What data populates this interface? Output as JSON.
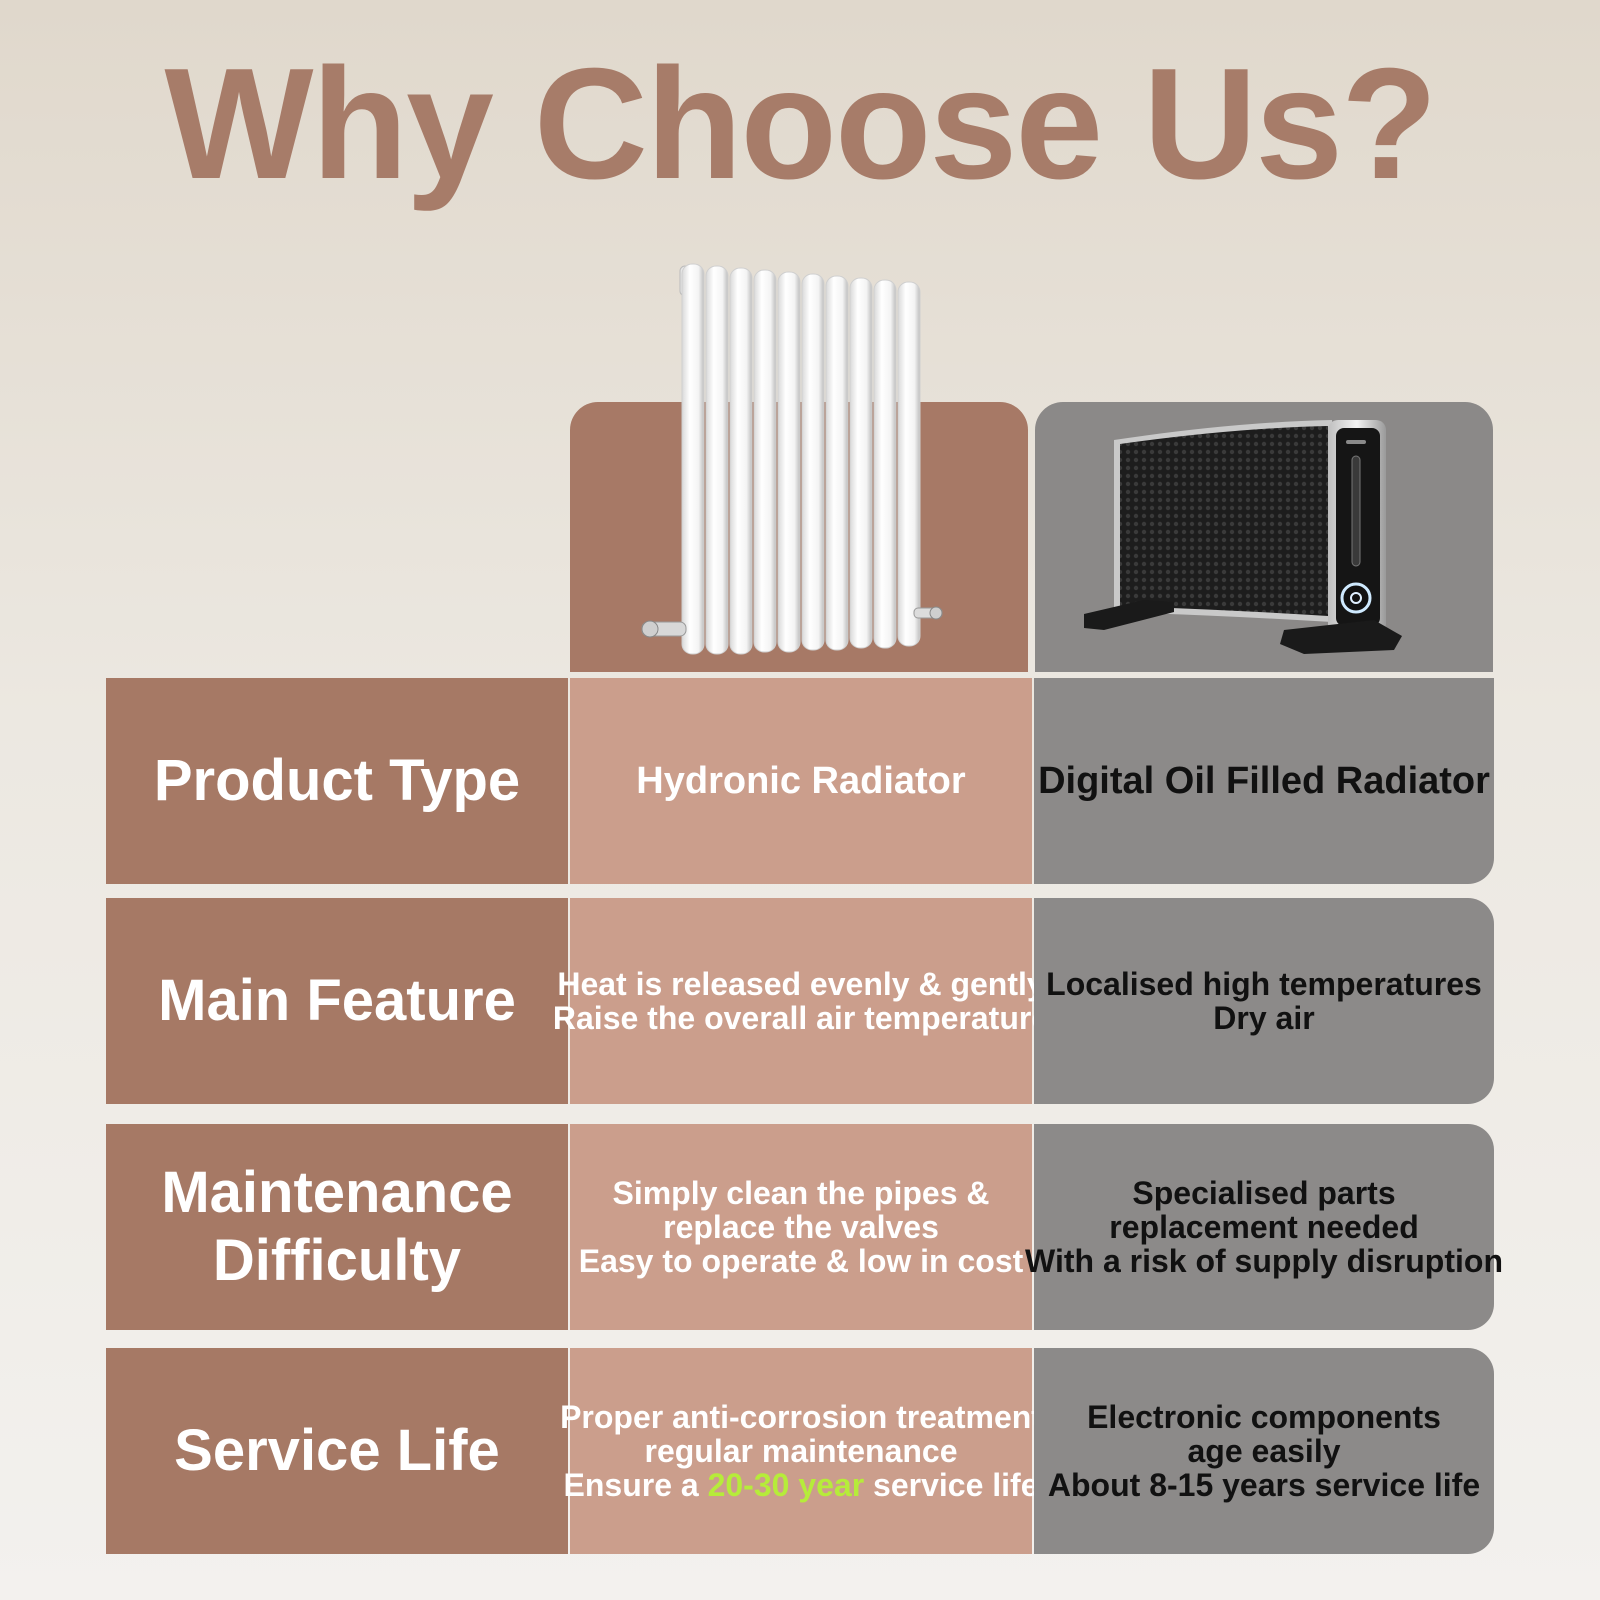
{
  "title": "Why Choose Us?",
  "products": {
    "hydronic": {
      "icon": "hydronic-radiator-image"
    },
    "oil": {
      "icon": "oil-filled-radiator-image"
    }
  },
  "rows": [
    {
      "label": "Product Type",
      "hydronic": [
        "Hydronic Radiator"
      ],
      "oil": [
        "Digital Oil Filled Radiator"
      ]
    },
    {
      "label": "Main Feature",
      "hydronic": [
        "Heat is released evenly & gently",
        "Raise the overall air temperature"
      ],
      "oil": [
        "Localised high temperatures",
        "Dry air"
      ]
    },
    {
      "label_lines": [
        "Maintenance",
        "Difficulty"
      ],
      "hydronic": [
        "Simply clean the pipes &",
        "replace the valves",
        "Easy to operate & low in cost"
      ],
      "oil": [
        "Specialised parts",
        "replacement needed",
        "With a risk of supply disruption"
      ]
    },
    {
      "label": "Service Life",
      "hydronic_lines": {
        "l1": "Proper anti-corrosion treatment",
        "l2": "regular maintenance",
        "l3_pre": "Ensure a ",
        "l3_highlight": "20-30 year",
        "l3_post": " service life"
      },
      "oil": [
        "Electronic components",
        "age easily",
        "About 8-15 years service life"
      ]
    }
  ],
  "colors": {
    "title": "#a77c69",
    "label_bg": "#a67965",
    "hydronic_bg": "#cb9e8c",
    "oil_bg": "#8c8a89",
    "highlight": "#b6ec3a"
  }
}
